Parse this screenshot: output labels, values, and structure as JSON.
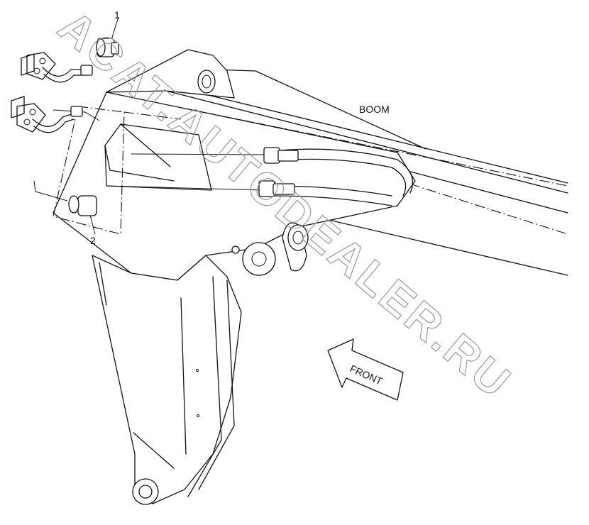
{
  "labels": {
    "part_1": "1",
    "part_2": "2",
    "boom": "BOOM",
    "front": "FRONT"
  },
  "watermark": "ACAT.AUTODEALER.RU",
  "colors": {
    "line": "#111111",
    "watermark": "#9a9a9a",
    "background": "#ffffff"
  }
}
